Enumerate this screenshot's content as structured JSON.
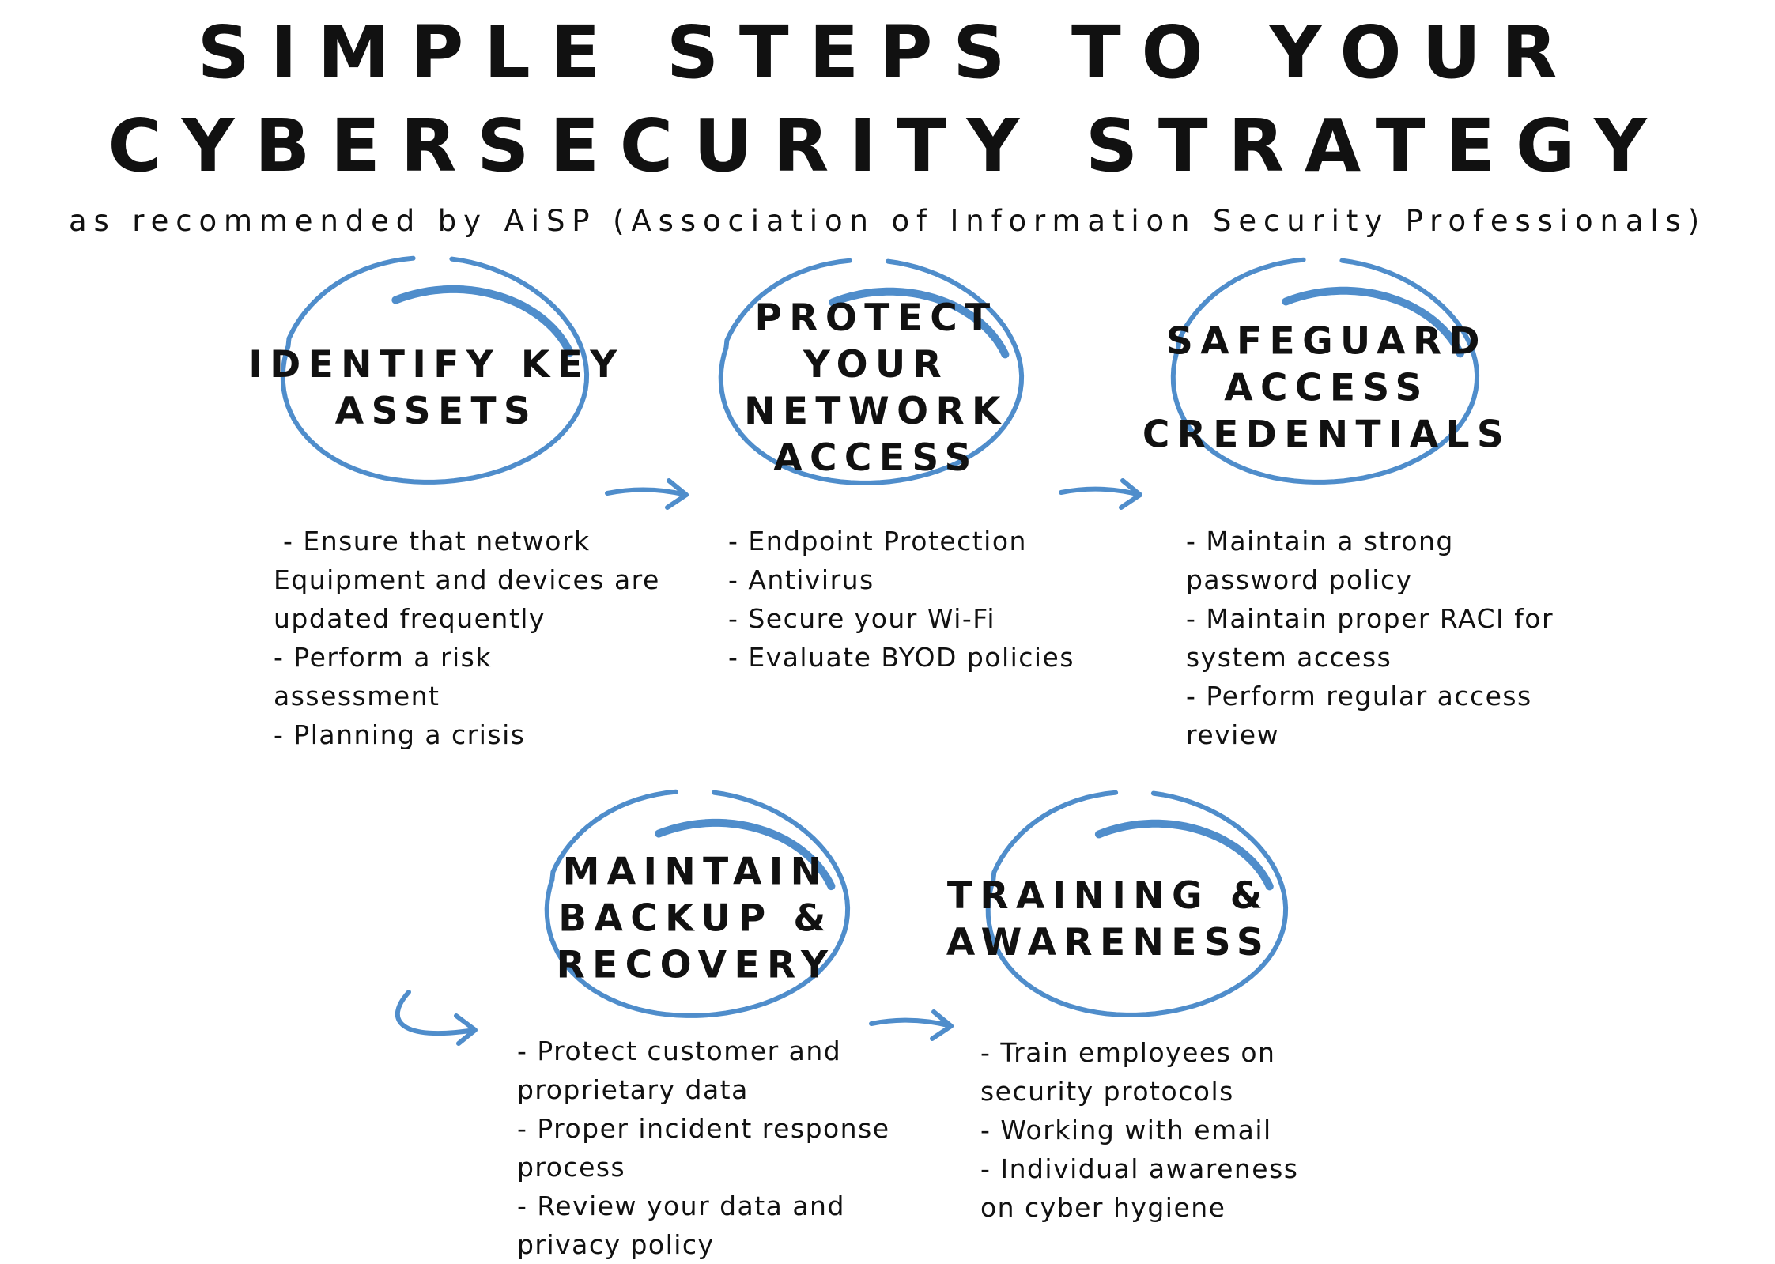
{
  "header": {
    "title_lines": [
      "SIMPLE STEPS TO YOUR",
      "CYBERSECURITY STRATEGY"
    ],
    "subtitle": "as recommended by AiSP (Association of Information Security Professionals)"
  },
  "colors": {
    "accent": "#4f8dcb",
    "text": "#111111",
    "background": "#ffffff"
  },
  "steps": [
    {
      "title_lines": [
        "IDENTIFY KEY",
        "ASSETS"
      ],
      "bullets": [
        "- Ensure that network",
        "Equipment and devices are",
        "updated frequently",
        "- Perform a risk",
        "assessment",
        "- Planning a crisis"
      ]
    },
    {
      "title_lines": [
        "PROTECT",
        "YOUR",
        "NETWORK",
        "ACCESS"
      ],
      "bullets": [
        "- Endpoint Protection",
        "- Antivirus",
        "- Secure your Wi-Fi",
        "- Evaluate BYOD policies"
      ]
    },
    {
      "title_lines": [
        "SAFEGUARD",
        "ACCESS",
        "CREDENTIALS"
      ],
      "bullets": [
        "- Maintain a strong",
        "password policy",
        "- Maintain proper RACI for",
        "system access",
        "- Perform regular access",
        "review"
      ]
    },
    {
      "title_lines": [
        "MAINTAIN",
        "BACKUP &",
        "RECOVERY"
      ],
      "bullets": [
        "- Protect customer and",
        "proprietary data",
        "- Proper incident response",
        "process",
        "- Review your data and",
        "privacy policy"
      ]
    },
    {
      "title_lines": [
        "TRAINING &",
        "AWARENESS"
      ],
      "bullets": [
        "- Train employees on",
        "security protocols",
        "- Working with email",
        "- Individual awareness",
        "on cyber hygiene"
      ]
    }
  ]
}
